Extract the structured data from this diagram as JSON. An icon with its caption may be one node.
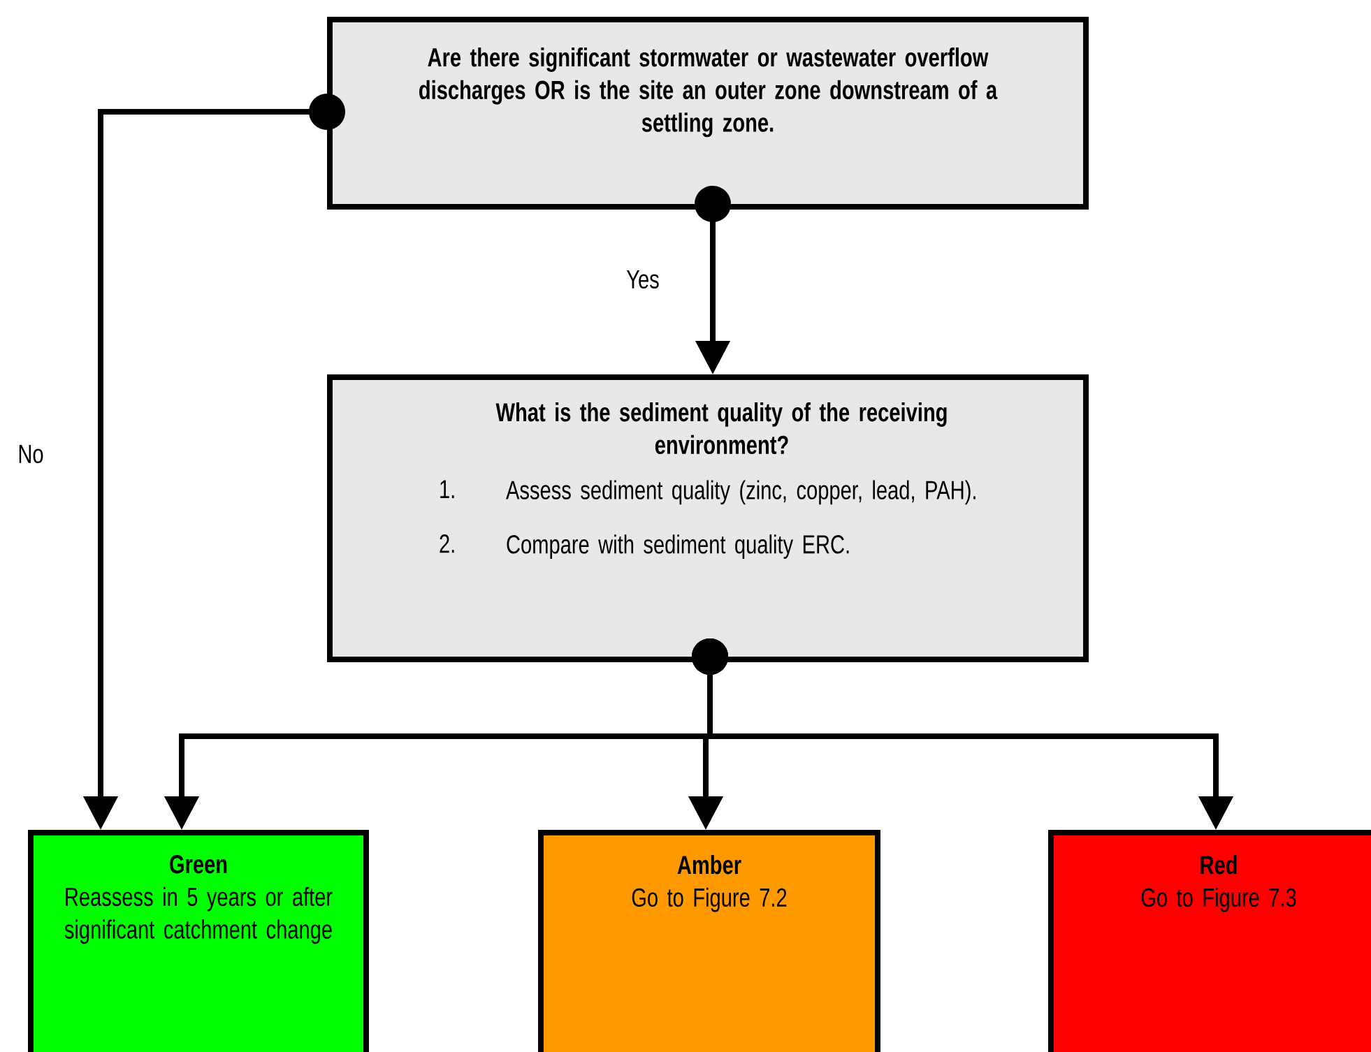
{
  "diagram": {
    "nodes": [
      {
        "text": [
          "Are there significant stormwater or wastewater overflow discharges OR is the site an outer zone downstream of a settling zone."
        ]
      },
      {
        "text": [
          "What is the sediment quality of the receiving environment?",
          "1.",
          "Assess sediment quality (zinc, copper, lead, PAH).",
          "2.",
          "Compare with sediment quality ERC."
        ]
      },
      {
        "text": [
          "Green",
          "Reassess in 5 years or after significant catchment change"
        ]
      },
      {
        "text": [
          "Amber",
          "Go to Figure 7.2"
        ]
      },
      {
        "text": [
          "Red",
          "Go to Figure 7.3"
        ]
      }
    ],
    "edges": [
      {
        "from": 0,
        "to": 1,
        "arrow": "to",
        "label": "Yes"
      },
      {
        "from": 0,
        "to": 2,
        "arrow": "to",
        "label": "No"
      },
      {
        "from": 1,
        "to": 2,
        "arrow": "to"
      },
      {
        "from": 1,
        "to": 3,
        "arrow": "to"
      },
      {
        "from": 1,
        "to": 4,
        "arrow": "to"
      }
    ]
  }
}
